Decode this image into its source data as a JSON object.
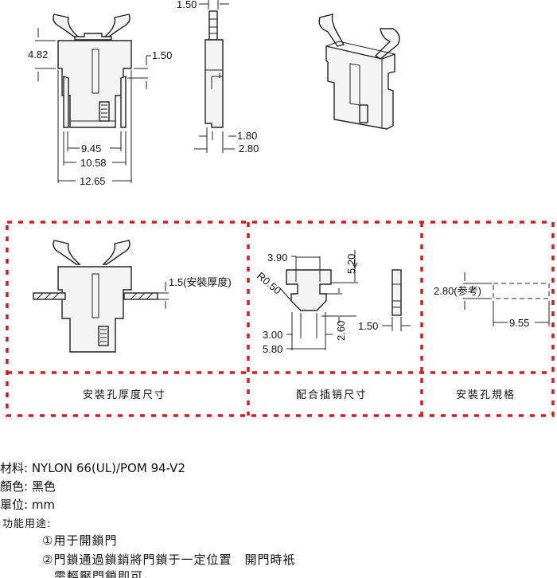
{
  "drawing": {
    "front_dims": {
      "top_height": "4.82",
      "step": "1.50",
      "inner": "9.45",
      "middle": "10.58",
      "outer": "12.65"
    },
    "side_dims": {
      "top": "1.50",
      "d1": "1.80",
      "d2": "2.80"
    },
    "panel1": {
      "thickness": "1.5(安裝厚度)",
      "caption": "安裝孔厚度尺寸"
    },
    "panel2": {
      "w_top": "3.90",
      "h_top": "5.20",
      "radius": "R0.50",
      "w_mid": "3.00",
      "h_bottom": "2.60",
      "w_bottom": "5.80",
      "side": "1.50",
      "caption": "配合插销尺寸"
    },
    "panel3": {
      "height": "2.80(参考)",
      "width": "9.55",
      "caption": "安裝孔規格"
    },
    "colors": {
      "dashed_border": "#e01818"
    }
  },
  "specs": {
    "material": "材料: NYLON 66(UL)/POM 94-V2",
    "color": "顏色: 黑色",
    "unit": "單位: mm",
    "function_title": "功能用途:",
    "item1": "①用于開鎖門",
    "item2": "②門鎖通過鎖銷將門鎖于一定位置　開門時衹",
    "item2_cont": "需輕壓門鎖即可。"
  }
}
